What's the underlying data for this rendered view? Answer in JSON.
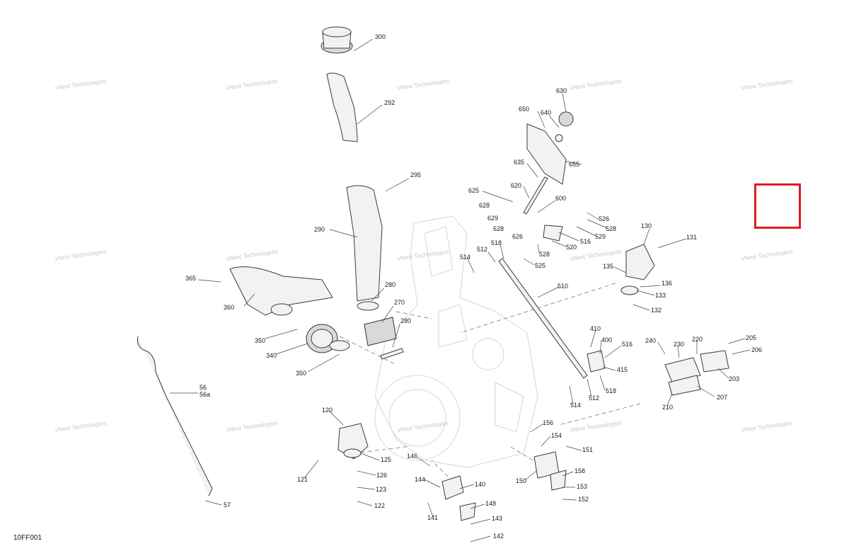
{
  "document_code": "10FF001",
  "watermark_text": "vNext Technologies",
  "highlight_color": "#e01b24",
  "callouts": [
    "300",
    "292",
    "295",
    "290",
    "365",
    "360",
    "350",
    "340",
    "350",
    "280",
    "270",
    "280",
    "56",
    "56a",
    "57",
    "650",
    "640",
    "630",
    "635",
    "655",
    "620",
    "625",
    "600",
    "628",
    "629",
    "628",
    "626",
    "526",
    "528",
    "529",
    "516",
    "520",
    "528",
    "525",
    "514",
    "512",
    "518",
    "510",
    "130",
    "131",
    "135",
    "136",
    "133",
    "132",
    "410",
    "400",
    "516",
    "415",
    "518",
    "514",
    "512",
    "240",
    "230",
    "220",
    "205",
    "206",
    "203",
    "207",
    "210",
    "120",
    "125",
    "126",
    "123",
    "122",
    "121",
    "146",
    "144",
    "140",
    "141",
    "148",
    "143",
    "142",
    "156",
    "154",
    "151",
    "150",
    "158",
    "153",
    "152"
  ]
}
